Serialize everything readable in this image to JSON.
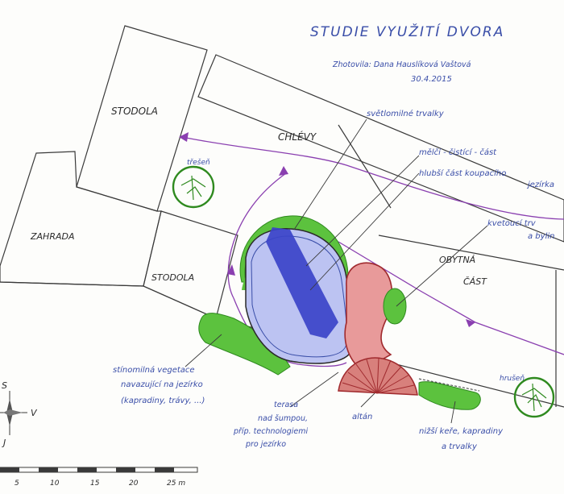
{
  "title": "STUDIE VYUŽITÍ DVORA",
  "author": "Zhotovila: Dana Hauslíková Vaštová",
  "date": "30.4.2015",
  "buildings": {
    "stodola_top": "STODOLA",
    "stodola_mid": "STODOLA",
    "chlevy": "CHLÉVY",
    "zahrada": "ZAHRADA",
    "obytna": "OBYTNÁ",
    "cast": "ČÁST"
  },
  "trees": {
    "tresen": "třešeň",
    "hrusen": "hrušeň"
  },
  "annotations": {
    "svetlomilne": "světlomilné trvalky",
    "meloucistici": "mělčí - čistící - část",
    "hlubsi_1": "hlubší část koupacího",
    "hlubsi_2": "jezírka",
    "kvetouci_1": "kvetoucí trv",
    "kvetouci_2": "a bylin",
    "stinomilna_1": "stínomilná vegetace",
    "stinomilna_2": "navazující na jezírko",
    "stinomilna_3": "(kapradiny, trávy, ...)",
    "terasa_1": "terasa",
    "terasa_2": "nad šumpou,",
    "terasa_3": "příp. technologiemi",
    "terasa_4": "pro jezírko",
    "altan": "altán",
    "nizsi_1": "nižší keře, kapradiny",
    "nizsi_2": "a trvalky"
  },
  "compass": {
    "north": "S",
    "east": "V",
    "south": "J"
  },
  "scale": {
    "labels": [
      "5",
      "10",
      "15",
      "20",
      "25 m"
    ]
  },
  "colors": {
    "ink": "#3a3a3a",
    "pen_blue": "#3a4ea8",
    "water_blue": "#3b44c9",
    "green": "#3fa62a",
    "terrace_red": "#c8474a",
    "path_purple": "#8a3fb0"
  }
}
